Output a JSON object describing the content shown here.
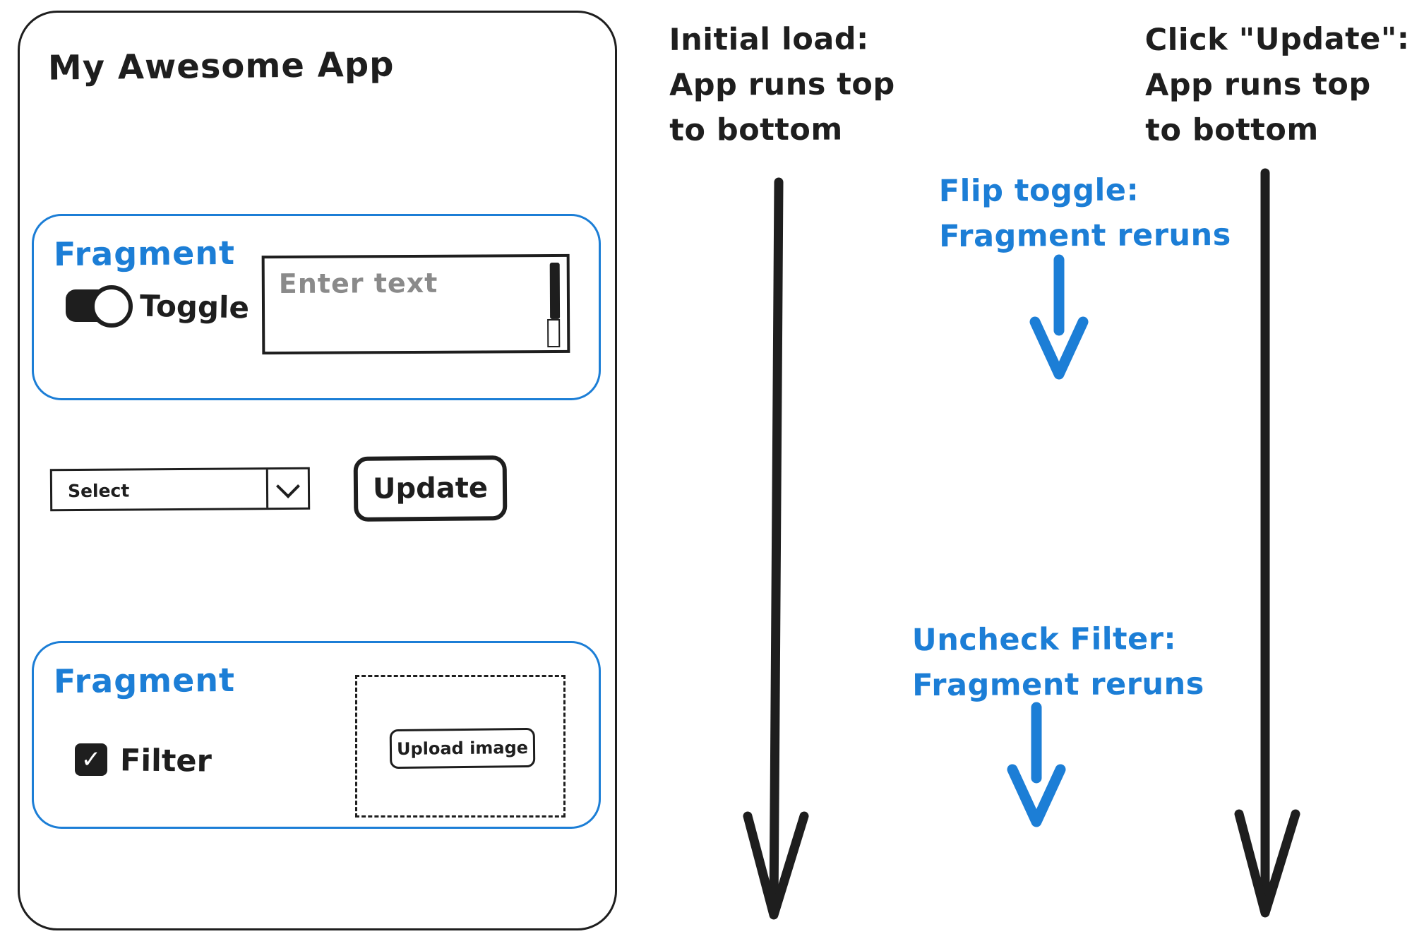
{
  "colors": {
    "ink": "#1e1e1e",
    "blue": "#1c7ed6",
    "placeholder_gray": "#8a8a8a"
  },
  "app": {
    "title": "My Awesome App",
    "fragment_top": {
      "label": "Fragment",
      "toggle": {
        "label": "Toggle",
        "state": "on"
      },
      "text_input": {
        "placeholder": "Enter text"
      }
    },
    "select": {
      "value": "Select"
    },
    "update_button": {
      "label": "Update"
    },
    "fragment_bottom": {
      "label": "Fragment",
      "filter_checkbox": {
        "label": "Filter",
        "checked": true,
        "check_glyph": "✓"
      },
      "upload_button": {
        "label": "Upload image"
      }
    }
  },
  "annotations": {
    "initial_load": {
      "lines": [
        "Initial load:",
        "App runs top",
        "to bottom"
      ]
    },
    "flip_toggle": {
      "lines": [
        "Flip toggle:",
        "Fragment reruns"
      ]
    },
    "uncheck_filter": {
      "lines": [
        "Uncheck Filter:",
        "Fragment reruns"
      ]
    },
    "click_update": {
      "lines": [
        "Click \"Update\":",
        "App runs top",
        "to bottom"
      ]
    }
  }
}
